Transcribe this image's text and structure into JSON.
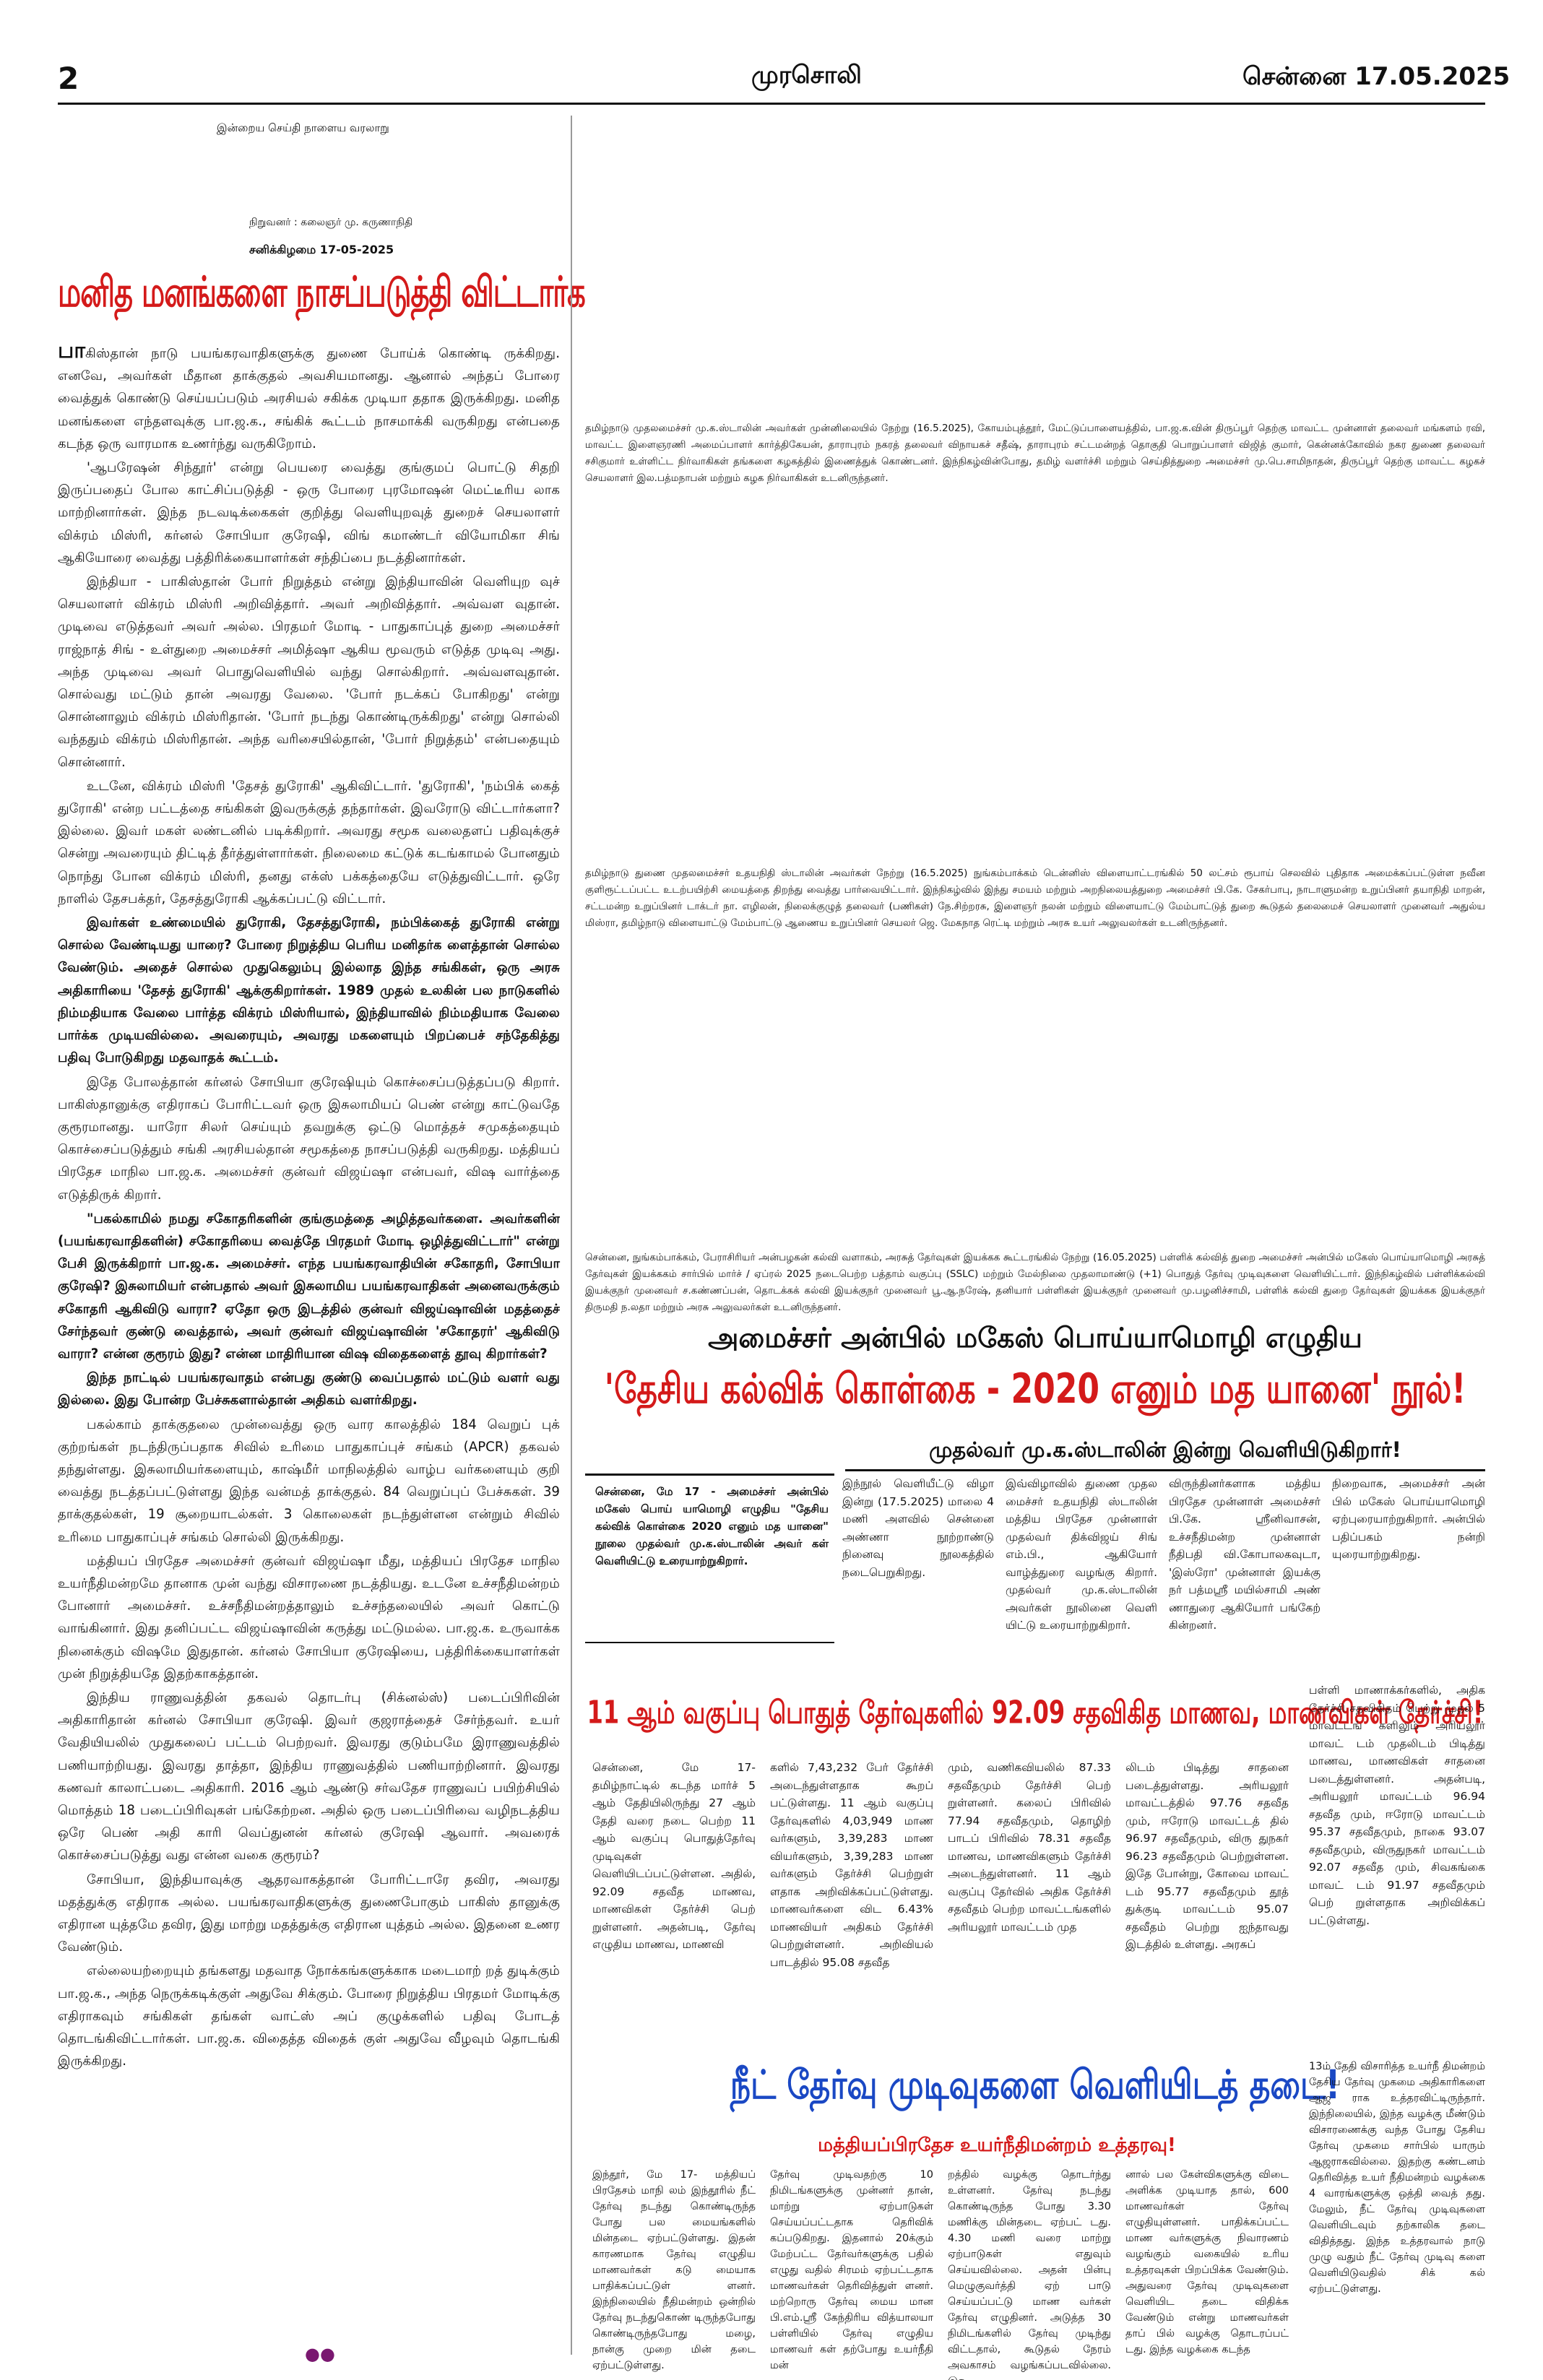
{
  "header": {
    "page_number": "2",
    "paper_name": "முரசொலி",
    "city_date": "சென்னை   17.05.2025"
  },
  "masthead": {
    "tagline": "இன்றைய செய்தி நாளைய வரலாறு",
    "founder": "நிறுவனர் : கலைஞர் மு. கருணாநிதி",
    "edition_date": "சனிக்கிழமை 17-05-2025"
  },
  "editorial": {
    "title": "மனித மனங்களை நாசப்படுத்தி விட்டார்கள்!",
    "dropcap": "பா",
    "p1": "கிஸ்தான் நாடு பயங்கரவாதிகளுக்கு துணை போய்க் கொண்டி ருக்கிறது. எனவே, அவர்கள் மீதான தாக்குதல் அவசியமானது. ஆனால் அந்தப் போரை வைத்துக் கொண்டு செய்யப்படும் அரசியல் சகிக்க முடியா ததாக இருக்கிறது. மனித மனங்களை எந்தளவுக்கு பா.ஜ.க., சங்கிக் கூட்டம் நாசமாக்கி வருகிறது என்பதை கடந்த ஒரு வாரமாக உணர்ந்து வருகிறோம்.",
    "p2": "'ஆபரேஷன் சிந்தூர்' என்று பெயரை வைத்து குங்குமப் பொட்டு சிதறி இருப்பதைப் போல காட்சிப்படுத்தி - ஒரு போரை புரமோஷன் மெட்டீரிய லாக மாற்றினார்கள். இந்த நடவடிக்கைகள் குறித்து வெளியுறவுத் துறைச் செயலாளர் விக்ரம் மிஸ்ரி, கர்னல் சோபியா குரேஷி, விங் கமாண்டர் வியோமிகா சிங் ஆகியோரை வைத்து பத்திரிக்கையாளர்கள் சந்திப்பை நடத்தினார்கள்.",
    "p3": "இந்தியா - பாகிஸ்தான் போர் நிறுத்தம் என்று இந்தியாவின் வெளியுற வுச் செயலாளர் விக்ரம் மிஸ்ரி அறிவித்தார். அவர் அறிவித்தார். அவ்வள வுதான். முடிவை எடுத்தவர் அவர் அல்ல. பிரதமர் மோடி - பாதுகாப்புத் துறை அமைச்சர் ராஜ்நாத் சிங் - உள்துறை அமைச்சர் அமித்ஷா ஆகிய மூவரும் எடுத்த முடிவு அது. அந்த முடிவை அவர் பொதுவெளியில் வந்து சொல்கிறார். அவ்வளவுதான். சொல்வது மட்டும் தான் அவரது வேலை. 'போர் நடக்கப் போகிறது' என்று சொன்னாலும் விக்ரம் மிஸ்ரிதான். 'போர் நடந்து கொண்டிருக்கிறது' என்று சொல்லி வந்ததும் விக்ரம் மிஸ்ரிதான். அந்த வரிசையில்தான், 'போர் நிறுத்தம்' என்பதையும் சொன்னார்.",
    "p4": "உடனே, விக்ரம் மிஸ்ரி 'தேசத் துரோகி' ஆகிவிட்டார். 'துரோகி', 'நம்பிக் கைத் துரோகி' என்ற பட்டத்தை சங்கிகள் இவருக்குத் தந்தார்கள். இவரோடு விட்டார்களா? இல்லை. இவர் மகள் லண்டனில் படிக்கிறார். அவரது சமூக வலைதளப் பதிவுக்குச் சென்று அவரையும் திட்டித் தீர்த்துள்ளார்கள். நிலைமை கட்டுக் கடங்காமல் போனதும் நொந்து போன விக்ரம் மிஸ்ரி, தனது எக்ஸ் பக்கத்தையே எடுத்துவிட்டார். ஒரே நாளில் தேசபக்தர், தேசத்துரோகி ஆக்கப்பட்டு விட்டார்.",
    "p5": "இவர்கள் உண்மையில் துரோகி, தேசத்துரோகி, நம்பிக்கைத் துரோகி என்று சொல்ல வேண்டியது யாரை? போரை நிறுத்திய பெரிய மனிதர்க ளைத்தான் சொல்ல வேண்டும். அதைச் சொல்ல முதுகெலும்பு இல்லாத இந்த சங்கிகள், ஒரு அரசு அதிகாரியை 'தேசத் துரோகி' ஆக்குகிறார்கள். 1989 முதல் உலகின் பல நாடுகளில் நிம்மதியாக வேலை பார்த்த விக்ரம் மிஸ்ரியால், இந்தியாவில் நிம்மதியாக வேலை பார்க்க முடியவில்லை. அவரையும், அவரது மகளையும் பிறப்பைச் சந்தேகித்து பதிவு போடுகிறது மதவாதக் கூட்டம்.",
    "p6": "இதே போலத்தான் கர்னல் சோபியா குரேஷியும் கொச்சைப்படுத்தப்படு கிறார். பாகிஸ்தானுக்கு எதிராகப் போரிட்டவர் ஒரு இசுலாமியப் பெண் என்று காட்டுவதே குரூரமானது. யாரோ சிலர் செய்யும் தவறுக்கு ஒட்டு மொத்தச் சமுகத்தையும் கொச்சைப்படுத்தும் சங்கி அரசியல்தான் சமூகத்தை நாசப்படுத்தி வருகிறது. மத்தியப் பிரதேச மாநில பா.ஜ.க. அமைச்சர் குன்வர் விஜய்ஷா என்பவர், விஷ வார்த்தை எடுத்திருக் கிறார்.",
    "p7": "\"பகல்காமில் நமது சகோதரிகளின் குங்குமத்தை அழித்தவர்களை. அவர்களின் (பயங்கரவாதிகளின்) சகோதரியை வைத்தே பிரதமர் மோடி ஒழித்துவிட்டார்\" என்று பேசி இருக்கிறார் பா.ஜ.க. அமைச்சர். எந்த பயங்கரவாதியின் சகோதரி, சோபியா குரேஷி? இசுலாமியர் என்பதால் அவர் இசுலாமிய பயங்கரவாதிகள் அனைவருக்கும் சகோதரி ஆகிவிடு வாரா? ஏதோ ஒரு இடத்தில் குன்வர் விஜய்ஷாவின் மதத்தைச் சேர்ந்தவர் குண்டு வைத்தால், அவர் குன்வர் விஜய்ஷாவின் 'சகோதரர்' ஆகிவிடு வாரா? என்ன குரூரம் இது? என்ன மாதிரியான விஷ விதைகளைத் தூவு கிறார்கள்?",
    "p8": "இந்த நாட்டில் பயங்கரவாதம் என்பது குண்டு வைப்பதால் மட்டும் வளர் வது இல்லை. இது போன்ற பேச்சுகளால்தான் அதிகம் வளர்கிறது.",
    "p9": "பகல்காம் தாக்குதலை முன்வைத்து ஒரு வார காலத்தில் 184 வெறுப் புக் குற்றங்கள் நடந்திருப்பதாக சிவில் உரிமை பாதுகாப்புச் சங்கம் (APCR) தகவல் தந்துள்ளது. இசுலாமியர்களையும், காஷ்மீர் மாநிலத்தில் வாழ்ப வர்களையும் குறி வைத்து நடத்தப்பட்டுள்ளது இந்த வன்மத் தாக்குதல். 84 வெறுப்புப் பேச்சுகள். 39 தாக்குதல்கள், 19 சூறையாடல்கள். 3 கொலைகள் நடந்துள்ளன என்றும் சிவில் உரிமை பாதுகாப்புச் சங்கம் சொல்லி இருக்கிறது.",
    "p10": "மத்தியப் பிரதேச அமைச்சர் குன்வர் விஜய்ஷா மீது, மத்தியப் பிரதேச மாநில உயர்நீதிமன்றமே தானாக முன் வந்து விசாரணை நடத்தியது. உடனே உச்சநீதிமன்றம் போனார் அமைச்சர். உச்சநீதிமன்றத்தாலும் உச்சந்தலையில் அவர் கொட்டு வாங்கினார். இது தனிப்பட்ட விஜய்ஷாவின் கருத்து மட்டுமல்ல. பா.ஜ.க. உருவாக்க நினைக்கும் விஷமே இதுதான். கர்னல் சோபியா குரேஷியை, பத்திரிக்கையாளர்கள் முன் நிறுத்தியதே இதற்காகத்தான்.",
    "p11": "இந்திய ராணுவத்தின் தகவல் தொடர்பு (சிக்னல்ஸ்) படைப்பிரிவின் அதிகாரிதான் கர்னல் சோபியா குரேஷி. இவர் குஜராத்தைச் சேர்ந்தவர். உயர் வேதியியலில் முதுகலைப் பட்டம் பெற்றவர். இவரது குடும்பமே இராணுவத்தில் பணியாற்றியது. இவரது தாத்தா, இந்திய ராணுவத்தில் பணியாற்றினார். இவரது கணவர் காலாட்படை அதிகாரி. 2016 ஆம் ஆண்டு சர்வதேச ராணுவப் பயிற்சியில் மொத்தம் 18 படைப்பிரிவுகள் பங்கேற்றன. அதில் ஒரு படைப்பிரிவை வழிநடத்திய ஒரே பெண் அதி காரி வெப்துனன் கர்னல் குரேஷி ஆவார். அவரைக் கொச்சைப்படுத்து வது என்ன வகை குரூரம்?",
    "p12": "சோபியா, இந்தியாவுக்கு ஆதரவாகத்தான் போரிட்டாரே தவிர, அவரது மதத்துக்கு எதிராக அல்ல. பயங்கரவாதிகளுக்கு துணைபோகும் பாகிஸ் தானுக்கு எதிரான யுத்தமே தவிர, இது மாற்று மதத்துக்கு எதிரான யுத்தம் அல்ல. இதனை உணர வேண்டும்.",
    "p13": "எல்லையற்றையும் தங்களது மதவாத நோக்கங்களுக்காக மடைமாற் றத் துடிக்கும் பா.ஜ.க., அந்த நெருக்கடிக்குள் அதுவே சிக்கும். போரை நிறுத்திய பிரதமர் மோடிக்கு எதிராகவும் சங்கிகள் தங்கள் வாட்ஸ் அப் குழுக்களில் பதிவு போடத் தொடங்கிவிட்டார்கள். பா.ஜ.க. விதைத்த விதைக் குள் அதுவே வீழவும் தொடங்கி இருக்கிறது.",
    "end_dots": "●●"
  },
  "photos": [
    {
      "caption": "தமிழ்நாடு முதலமைச்சர் மு.க.ஸ்டாலின் அவர்கள் முன்னிலையில் நேற்று (16.5.2025), கோயம்புத்தூர், மேட்டுப்பாளையத்தில், பா.ஜ.க.வின் திருப்பூர் தெற்கு மாவட்ட முன்னாள் தலைவர் மங்களம் ரவி, மாவட்ட இளைஞரணி அமைப்பாளர் கார்த்திகேயன், தாராபுரம் நகரத் தலைவர் விநாயகச் சதீஷ், தாராபுரம் சட்டமன்றத் தொகுதி பொறுப்பாளர் விஜித் குமார், கென்னக்கோவில் நகர துணை தலைவர் சசிகுமார் உள்ளிட்ட நிர்வாகிகள் தங்களை கழகத்தில் இணைத்துக் கொண்டனர். இந்நிகழ்வின்போது, தமிழ் வளர்ச்சி மற்றும் செய்தித்துறை அமைச்சர் மு.பெ.சாமிநாதன், திருப்பூர் தெற்கு மாவட்ட கழகச் செயலாளர் இல.பத்மநாபன் மற்றும் கழக நிர்வாகிகள் உடனிருந்தனர்."
    },
    {
      "caption": "தமிழ்நாடு துணை முதலமைச்சர் உதயநிதி ஸ்டாலின் அவர்கள் நேற்று (16.5.2025) நுங்கம்பாக்கம் டென்னிஸ் விளையாட்டரங்கில் 50 லட்சம் ரூபாய் செலவில் புதிதாக அமைக்கப்பட்டுள்ள நவீன குளிரூட்டப்பட்ட உடற்பயிற்சி மையத்தை திறந்து வைத்து பார்வையிட்டார். இந்நிகழ்வில் இந்து சமயம் மற்றும் அறநிலையத்துறை அமைச்சர் பி.கே. சேகர்பாபு, நாடாளுமன்ற உறுப்பினர் தயாநிதி மாறன், சட்டமன்ற உறுப்பினர் டாக்டர் நா. எழிலன், நிலைக்குழுத் தலைவர் (பணிகள்) நே.சிற்றரசு, இளைஞர் நலன் மற்றும் விளையாட்டு மேம்பாட்டுத் துறை கூடுதல் தலைமைச் செயலாளர் முனைவர் அதுல்ய மிஸ்ரா, தமிழ்நாடு விளையாட்டு மேம்பாட்டு ஆணைய உறுப்பினர் செயலர் ஜெ. மேகநாத ரெட்டி மற்றும் அரசு உயர் அலுவலர்கள் உடனிருந்தனர்."
    },
    {
      "caption": "சென்னை, நுங்கம்பாக்கம், பேராசிரியர் அன்பழகன் கல்வி வளாகம், அரசுத் தேர்வுகள் இயக்கக கூட்டரங்கில் நேற்று (16.05.2025) பள்ளிக் கல்வித் துறை அமைச்சர் அன்பில் மகேஸ் பொய்யாமொழி அரசுத் தேர்வுகள் இயக்ககம் சார்பில் மார்ச் / ஏப்ரல் 2025 நடைபெற்ற பத்தாம் வகுப்பு (SSLC) மற்றும் மேல்நிலை முதலாமாண்டு (+1) பொதுத் தேர்வு முடிவுகளை வெளியிட்டார். இந்நிகழ்வில் பள்ளிக்கல்வி இயக்குநர் முனைவர் ச.கண்ணப்பன், தொடக்கக் கல்வி இயக்குநர் முனைவர் பூ.ஆ.நரேஷ், தனியார் பள்ளிகள் இயக்குநர் முனைவர் மு.பழனிச்சாமி, பள்ளிக் கல்வி துறை தேர்வுகள் இயக்கக இயக்குநர் திருமதி ந.லதா மற்றும் அரசு அலுவலர்கள் உடனிருந்தனர்."
    }
  ],
  "book_story": {
    "kicker": "அமைச்சர் அன்பில் மகேஸ் பொய்யாமொழி எழுதிய",
    "title": "'தேசிய கல்விக் கொள்கை - 2020 எனும் மத யானை' நூல்!",
    "subtitle": "முதல்வர் மு.க.ஸ்டாலின் இன்று வெளியிடுகிறார்!",
    "lead": "சென்னை, மே 17 - அமைச்சர் அன்பில் மகேஸ் பொய் யாமொழி எழுதிய \"தேசிய கல்விக் கொள்கை 2020 எனும் மத யானை\" நூலை முதல்வர் மு.க.ஸ்டாலின் அவர் கள் வெளியிட்டு உரையாற்றுகிறார்.",
    "col1": "இந்நூல் வெளியீட்டு விழா இன்று (17.5.2025) மாலை 4 மணி அளவில் சென்னை அண்ணா நூற்றாண்டு நினைவு நூலகத்தில் நடைபெறுகிறது.",
    "col2": "இவ்விழாவில் துணை முதல மைச்சர் உதயநிதி ஸ்டாலின் மத்திய பிரதேச முன்னாள் முதல்வர் திக்விஜய் சிங் எம்.பி., ஆகியோர் வாழ்த்துரை வழங்கு கிறார். முதல்வர் மு.க.ஸ்டாலின் அவர்கள் நூலினை வெளி யிட்டு உரையாற்றுகிறார்.",
    "col3": "விருந்தினர்களாக மத்திய பிரதேச முன்னாள் அமைச்சர் பி.கே. ஸ்ரீனிவாசன், உச்சநீதிமன்ற முன்னாள் நீதிபதி வி.கோபாலகவுடா, 'இஸ்ரோ' முன்னாள் இயக்கு நர் பத்மஸ்ரீ மயில்சாமி அண் ணாதுரை ஆகியோர் பங்கேற் கின்றனர்.",
    "col4": "நிறைவாக, அமைச்சர் அன் பில் மகேஸ் பொய்யாமொழி ஏற்புரையாற்றுகிறார். அன்பில் பதிப்பகம் நன்றி யுரையாற்றுகிறது."
  },
  "exam_story": {
    "title": "11 ஆம் வகுப்பு பொதுத் தேர்வுகளில் 92.09 சதவிகித மாணவ, மாணவிகள் தேர்ச்சி!",
    "col1": "சென்னை, மே 17- தமிழ்நாட்டில் கடந்த மார்ச் 5 ஆம் தேதியிலிருந்து 27 ஆம் தேதி வரை நடை பெற்ற 11 ஆம் வகுப்பு பொதுத்தேர்வு முடிவுகள் வெளியிடப்பட்டுள்ளன. அதில், 92.09 சதவீத மாணவ, மாணவிகள் தேர்ச்சி பெற் றுள்ளனர். அதன்படி, தேர்வு எழுதிய மாணவ, மாணவி",
    "col2": "களில் 7,43,232 பேர் தேர்ச்சி அடைந்துள்ளதாக கூறப் பட்டுள்ளது. 11 ஆம் வகுப்பு தேர்வுகளில் 4,03,949 மாண வர்களும், 3,39,283 மாண வியர்களும், 3,39,283 மாண வர்களும் தேர்ச்சி பெற்றுள் ளதாக அறிவிக்கப்பட்டுள்ளது. மாணவர்களை விட 6.43% மாணவியர் அதிகம் தேர்ச்சி பெற்றுள்ளனர். அறிவியல் பாடத்தில் 95.08 சதவீத",
    "col3": "மும், வணிகவியலில் 87.33 சதவீதமும் தேர்ச்சி பெற் றுள்ளனர். கலைப் பிரிவில் 77.94 சதவீதமும், தொழிற் பாடப் பிரிவில் 78.31 சதவீத மாணவ, மாணவிகளும் தேர்ச்சி அடைந்துள்ளனர். 11 ஆம் வகுப்பு தேர்வில் அதிக தேர்ச்சி சதவீதம் பெற்ற மாவட்டங்களில் அரியலூர் மாவட்டம் முத",
    "col4": "லிடம் பிடித்து சாதனை படைத்துள்ளது. அரியலூர் மாவட்டத்தில் 97.76 சதவீத மும், ஈரோடு மாவட்டத் தில் 96.97 சதவீதமும், விரு துநகர் 96.23 சதவீதமும் பெற்றுள்ளன. இதே போன்று, கோவை மாவட் டம் 95.77 சதவீதமும் தூத் துக்குடி மாவட்டம் 95.07 சதவீதம் பெற்று ஐந்தாவது இடத்தில் உள்ளது. அரசுப்",
    "col5": "பள்ளி மாணாக்கர்களில், அதிக தேர்ச்சி சதவிகிதம் பெற்று முதல் 5 மாவட்டங் களிலும் அரியலூர் மாவட் டம் முதலிடம் பிடித்து மாணவ, மாணவிகள் சாதனை படைத்துள்ளனர். அதன்படி, அரியலூர் மாவட்டம் 96.94 சதவீத மும், ஈரோடு மாவட்டம் 95.37 சதவீதமும், நாகை 93.07 சதவீதமும், விருதுநகர் மாவட்டம் 92.07 சதவீத மும், சிவகங்கை மாவட் டம் 91.97 சதவீதமும் பெற் றுள்ளதாக அறிவிக்கப் பட்டுள்ளது."
  },
  "neet_story": {
    "title": "நீட் தேர்வு முடிவுகளை வெளியிடத் தடை!",
    "subtitle": "மத்தியப்பிரதேச உயர்நீதிமன்றம் உத்தரவு!",
    "col1": "இந்தூர், மே 17- மத்தியப் பிரதேசம் மாநி லம் இந்தூரில் நீட் தேர்வு நடந்து கொண்டிருந்த போது பல மையங்களில் மின்தடை ஏற்பட்டுள்ளது. இதன் காரணமாக தேர்வு எழுதிய மாணவர்கள் கடு மையாக பாதிக்கப்பட்டுள் ளனர். இந்நிலையில் நீதிமன்றம் ஒன்றில் தேர்வு நடந்துகொண் டிருந்தபோது கொண்டிருந்தபோது மழை, நான்கு முறை மின் தடை ஏற்பட்டுள்ளது.",
    "col2": "தேர்வு முடிவதற்கு 10 நிமிடங்களுக்கு முன்னர் தான், மாற்று ஏற்பாடுகள் செய்யப்பட்டதாக தெரிவிக் கப்படுகிறது. இதனால் 20க்கும் மேற்பட்ட தேர்வர்களுக்கு பதில் எழுது வதில் சிரமம் ஏற்பட்டதாக மாணவர்கள் தெரிவித்துள் ளனர். மற்றொரு தேர்வு மைய மான பி.எம்.ஸ்ரீ கேந்திரிய வித்யாலயா பள்ளியில் தேர்வு எழுதிய மாணவர் கள் தற்போது உயர்நீதி மன்",
    "col3": "றத்தில் வழக்கு தொடர்ந்து உள்ளனர். தேர்வு நடந்து கொண்டிருந்த போது 3.30 மணிக்கு மின்தடை ஏற்பட் டது. 4.30 மணி வரை மாற்று ஏற்பாடுகள் எதுவும் செய்யவில்லை. அதன் பின்பு மெழுகுவர்த்தி ஏற் பாடு செய்யப்பட்டு மாண வர்கள் தேர்வு எழுதினர். அடுத்த 30 நிமிடங்களில் தேர்வு முடிந்து விட்டதால், கூடுதல் நேரம் அவகாசம் வழங்கப்படவில்லை. இத",
    "col4": "னால் பல கேள்விகளுக்கு விடை அளிக்க முடியாத தால், 600 மாணவர்கள் தேர்வு எழுதியுள்ளனர். பாதிக்கப்பட்ட மாண வர்களுக்கு நிவாரணம் வழங்கும் வகையில் உரிய உத்தரவுகள் பிறப்பிக்க வேண்டும். அதுவரை தேர்வு முடிவுகளை வெளியிட தடை விதிக்க வேண்டும் என்று மாணவர்கள் தாப் பில் வழக்கு தொடரப்பட் டது. இந்த வழக்கை கடந்த",
    "col5": "13ம் தேதி விசாரித்த உயர்நீ திமன்றம் தேசிய தேர்வு முகமை அதிகாரிகளை ஆஜ ராக உத்தரவிட்டிருந்தார். இந்நிலையில், இந்த வழக்கு மீண்டும் விசாரணைக்கு வந்த போது தேசிய தேர்வு முகமை சார்பில் யாரும் ஆஜராகவில்லை. இதற்கு கண்டனம் தெரிவித்த உயர் நீதிமன்றம் வழக்கை 4 வாரங்களுக்கு ஒத்தி வைத் தது. மேலும், நீட் தேர்வு முடிவுகளை வெளியிடவும் தற்காலிக தடை விதித்தது. இந்த உத்தரவால் நாடு முழு வதும் நீட் தேர்வு முடிவு களை வெளியிடுவதில் சிக் கல் ஏற்பட்டுள்ளது."
  }
}
